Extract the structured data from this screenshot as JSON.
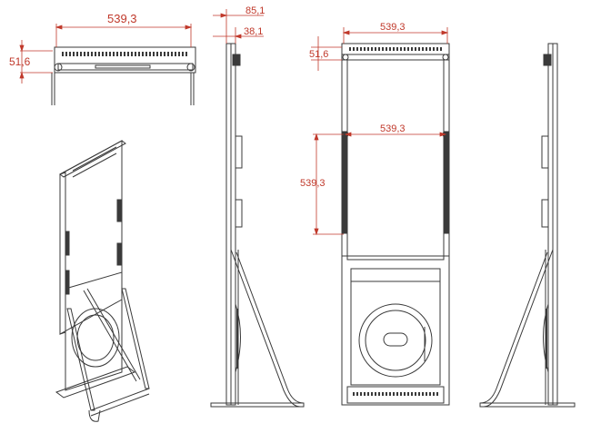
{
  "dimensions": {
    "top_width": "539,3",
    "top_height": "51,6",
    "side_depth_outer": "85,1",
    "side_depth_inner": "38,1",
    "front_width_top": "539,3",
    "front_height_top": "51,6",
    "front_width_mid": "539,3",
    "front_height_mid": "539,3"
  },
  "colors": {
    "line": "#3a3a3a",
    "dimension": "#c0392b",
    "background": "#ffffff"
  }
}
